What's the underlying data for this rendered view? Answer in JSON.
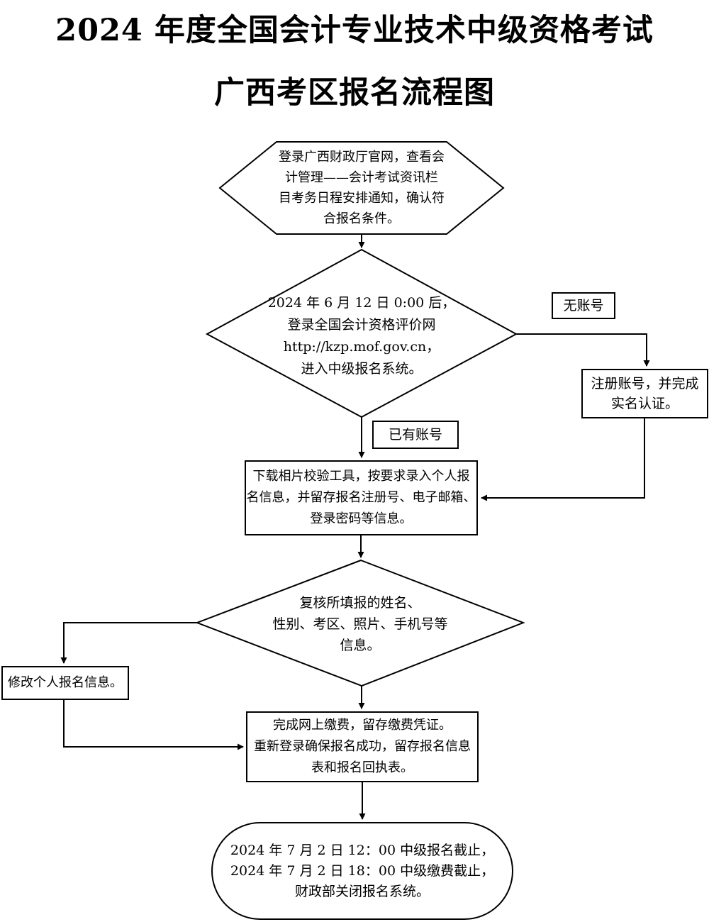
{
  "page": {
    "background": "#ffffff",
    "ink": "#000000"
  },
  "title": {
    "line1": "2024 年度全国会计专业技术中级资格考试",
    "line2": "广西考区报名流程图"
  },
  "flow": {
    "start": {
      "shape": "hexagon",
      "lines": [
        "登录广西财政厅官网，查看会",
        "计管理——会计考试资讯栏",
        "目考务日程安排通知，确认符",
        "合报名条件。"
      ]
    },
    "check_date": {
      "shape": "diamond",
      "lines": [
        "2024 年 6 月 12 日 0:00 后，",
        "登录全国会计资格评价网",
        "http://kzp.mof.gov.cn，",
        "进入中级报名系统。"
      ]
    },
    "no_account_label": "无账号",
    "register": {
      "shape": "rectangle",
      "lines": [
        "注册账号，并完成",
        "实名认证。"
      ]
    },
    "has_account_label": "已有账号",
    "fill_info": {
      "shape": "rectangle",
      "lines": [
        "下载相片校验工具，按要求录入个人报",
        "名信息，并留存报名注册号、电子邮箱、",
        "登录密码等信息。"
      ]
    },
    "review": {
      "shape": "diamond",
      "lines": [
        "复核所填报的姓名、",
        "性别、考区、照片、手机号等",
        "信息。"
      ]
    },
    "modify": {
      "shape": "rectangle",
      "text": "修改个人报名信息。"
    },
    "payment": {
      "shape": "rectangle",
      "lines": [
        "完成网上缴费，留存缴费凭证。",
        "重新登录确保报名成功，留存报名信息",
        "表和报名回执表。"
      ]
    },
    "end": {
      "shape": "terminator",
      "lines": [
        "2024 年 7 月 2 日 12：00 中级报名截止，",
        "2024 年 7 月 2 日 18：00 中级缴费截止，",
        "财政部关闭报名系统。"
      ]
    }
  }
}
